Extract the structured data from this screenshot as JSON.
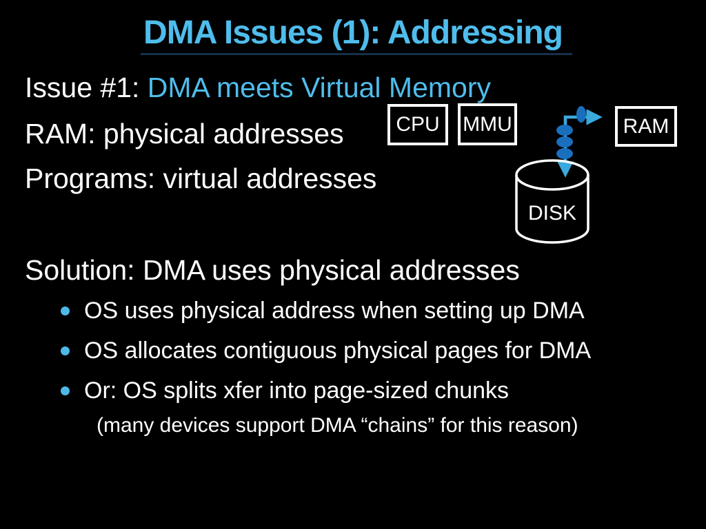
{
  "slide": {
    "title": "DMA Issues (1): Addressing",
    "issue": {
      "prefix": "Issue #1: ",
      "highlight": "DMA meets Virtual Memory"
    },
    "facts": {
      "ram": "RAM: physical addresses",
      "programs": "Programs: virtual addresses"
    },
    "solution": "Solution: DMA uses physical addresses",
    "bullets": [
      "OS uses physical address when setting up DMA",
      "OS allocates contiguous physical pages for DMA",
      "Or: OS splits xfer into page-sized chunks"
    ],
    "note": "(many devices support DMA “chains” for this reason)",
    "diagram": {
      "cpu_label": "CPU",
      "mmu_label": "MMU",
      "ram_label": "RAM",
      "disk_label": "DISK"
    },
    "colors": {
      "background": "#000000",
      "accent_blue": "#4FBDEC",
      "bullet_blue": "#4FB8E8",
      "arrow_blue": "#3BA8DE",
      "chunk_dot_blue": "#1A6FBD",
      "text_white": "#FFFFFF"
    }
  }
}
